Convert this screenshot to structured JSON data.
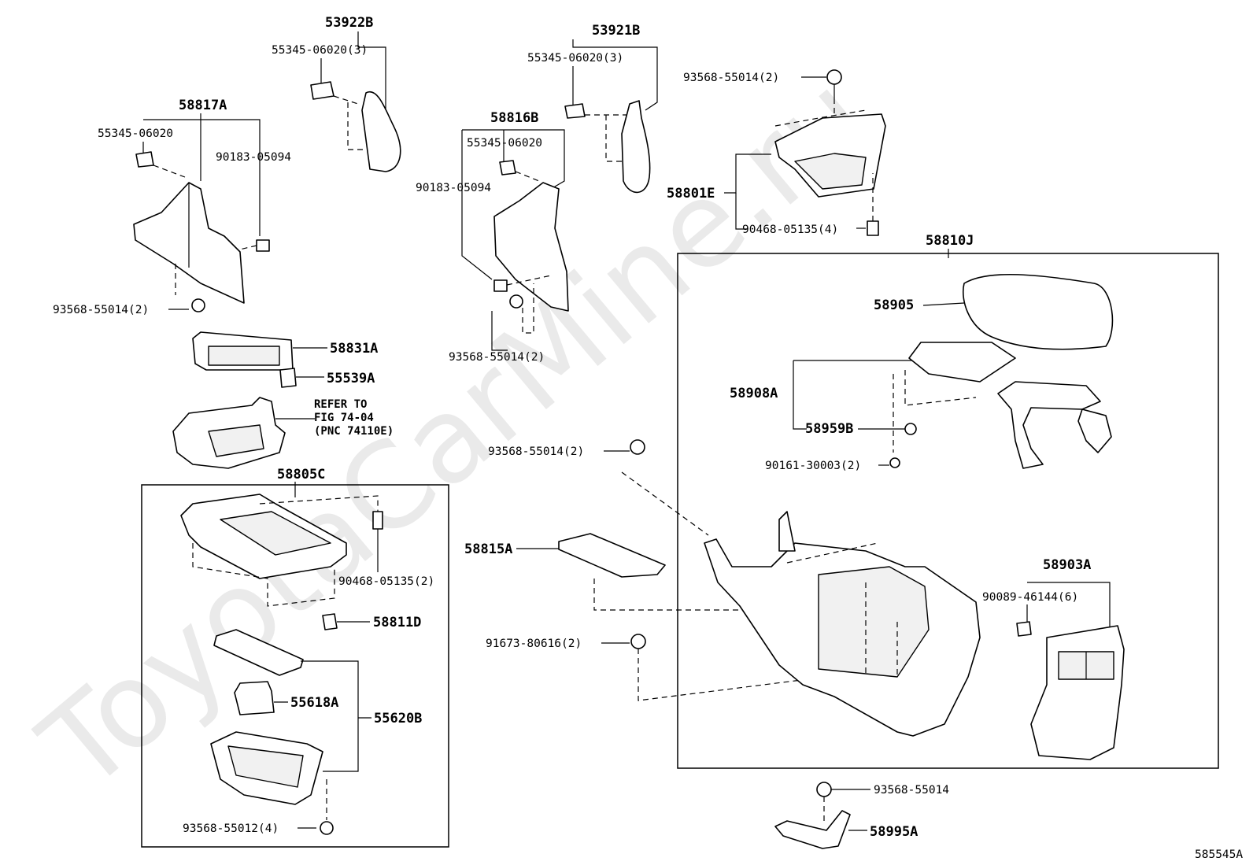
{
  "watermark": "ToyotaCarMine.ru",
  "diagram_id": "585545A",
  "reference_note": {
    "line1": "REFER TO",
    "line2": "FIG 74-04",
    "line3": "(PNC 74110E)"
  },
  "labels": {
    "p53922B": "53922B",
    "p55345_06020_3a": "55345-06020(3)",
    "p53921B": "53921B",
    "p55345_06020_3b": "55345-06020(3)",
    "p93568_55014_2a": "93568-55014(2)",
    "p58817A": "58817A",
    "p55345_06020a": "55345-06020",
    "p90183_05094a": "90183-05094",
    "p93568_55014_2b": "93568-55014(2)",
    "p58816B": "58816B",
    "p55345_06020b": "55345-06020",
    "p90183_05094b": "90183-05094",
    "p93568_55014_2c": "93568-55014(2)",
    "p58801E": "58801E",
    "p90468_05135_4": "90468-05135(4)",
    "p58810J": "58810J",
    "p58905": "58905",
    "p58908A": "58908A",
    "p58959B": "58959B",
    "p90161_30003_2": "90161-30003(2)",
    "p58831A": "58831A",
    "p55539A": "55539A",
    "p58805C": "58805C",
    "p90468_05135_2": "90468-05135(2)",
    "p58811D": "58811D",
    "p55618A": "55618A",
    "p55620B": "55620B",
    "p93568_55012_4": "93568-55012(4)",
    "p93568_55014_2d": "93568-55014(2)",
    "p58815A": "58815A",
    "p91673_80616_2": "91673-80616(2)",
    "p58903A": "58903A",
    "p90089_46144_6": "90089-46144(6)",
    "p93568_55014": "93568-55014",
    "p58995A": "58995A"
  }
}
